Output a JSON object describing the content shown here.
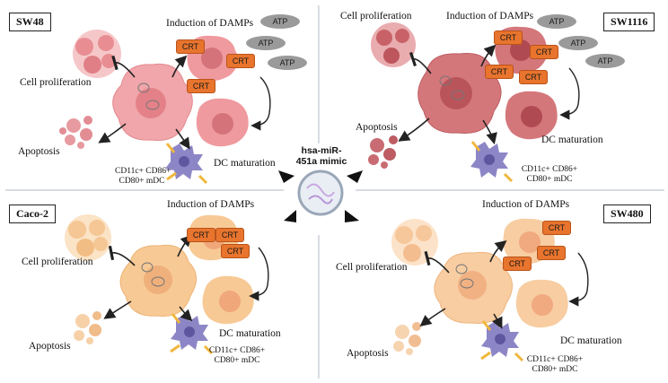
{
  "center": {
    "title_line1": "hsa-miR-",
    "title_line2": "451a mimic"
  },
  "labels": {
    "induction": "Induction of DAMPs",
    "proliferation": "Cell proliferation",
    "apoptosis": "Apoptosis",
    "dc_maturation": "DC maturation",
    "crt": "CRT",
    "atp": "ATP",
    "mdc_line1": "CD11c+ CD86+",
    "mdc_line2": "CD80+ mDC"
  },
  "panels": {
    "sw48": {
      "name": "SW48"
    },
    "sw1116": {
      "name": "SW1116"
    },
    "caco2": {
      "name": "Caco-2"
    },
    "sw480": {
      "name": "SW480"
    }
  },
  "colors": {
    "sw48_fill": "#ef9a9e",
    "sw1116_fill": "#d4777b",
    "caco2_fill": "#f7c995",
    "sw480_fill": "#f7cda1",
    "crt": "#e8742d",
    "atp": "#9a9a9a",
    "dc_cell": "#8d86c6",
    "dc_spike": "#f0b73c"
  }
}
